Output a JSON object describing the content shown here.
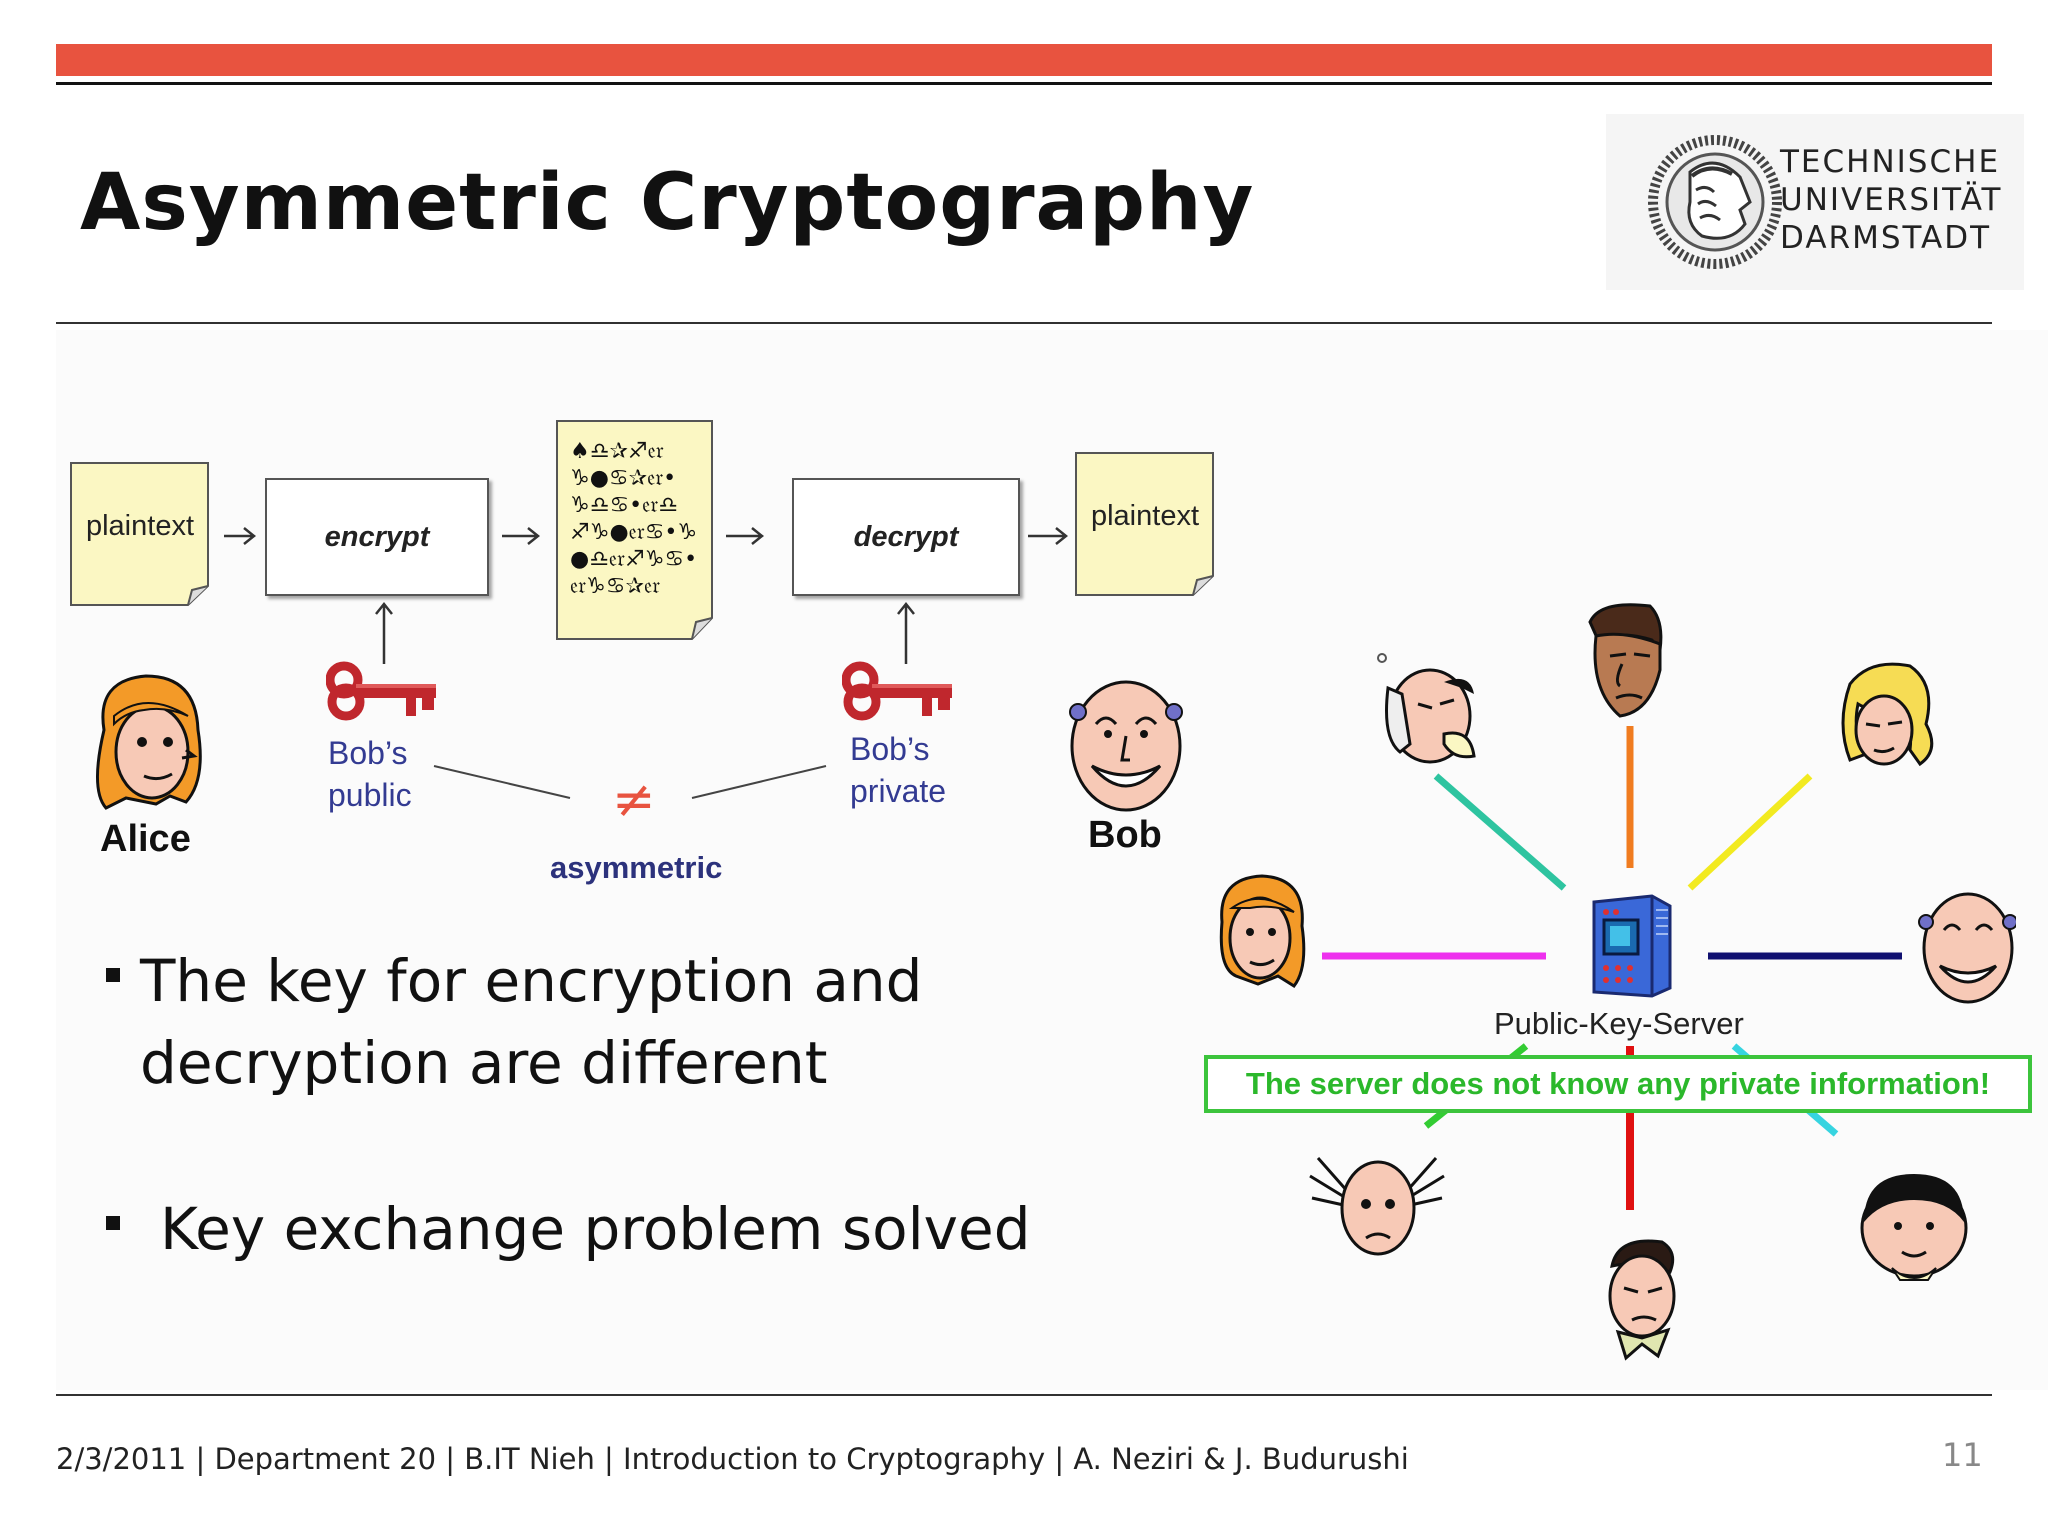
{
  "slide": {
    "title": "Asymmetric Cryptography",
    "logo": {
      "name": "tu-darmstadt-logo",
      "lines": [
        "TECHNISCHE",
        "UNIVERSITÄT",
        "DARMSTADT"
      ]
    },
    "colors": {
      "top_bar": "#e8533f",
      "key": "#c0272d",
      "label_blue": "#333b92",
      "notice_green": "#2bb82b"
    }
  },
  "diagram": {
    "plaintext_left": "plaintext",
    "encrypt": "encrypt",
    "decrypt": "decrypt",
    "plaintext_right": "plaintext",
    "ciphertext_lines": [
      "♠♎✰♐𝔢𝔯",
      "♑●♋✰𝔢𝔯•",
      "♑♎♋•𝔢𝔯♎",
      "♐♑●𝔢𝔯♋•♑",
      "●♎𝔢𝔯♐♑♋•",
      "𝔢𝔯♑♋✰𝔢𝔯"
    ],
    "public_key_label": [
      "Bob’s",
      "public"
    ],
    "private_key_label": [
      "Bob’s",
      "private"
    ],
    "not_equal": "≠",
    "asymmetric": "asymmetric",
    "alice": "Alice",
    "bob": "Bob"
  },
  "bullets": [
    {
      "line1": "The key for encryption and",
      "line2": "decryption are different"
    },
    {
      "line1": "Key exchange problem solved"
    }
  ],
  "network": {
    "server_label": "Public-Key-Server",
    "notice": "The server does not know any private information!",
    "spoke_colors": [
      "#2ec4a0",
      "#f07c20",
      "#f2ea20",
      "#ee30ee",
      "#101070",
      "#33cc33",
      "#36d4e0",
      "#e01010"
    ]
  },
  "footer": {
    "text": "2/3/2011 | Department 20  | B.IT Nieh | Introduction to Cryptography | A. Neziri & J. Budurushi",
    "page": "11"
  }
}
